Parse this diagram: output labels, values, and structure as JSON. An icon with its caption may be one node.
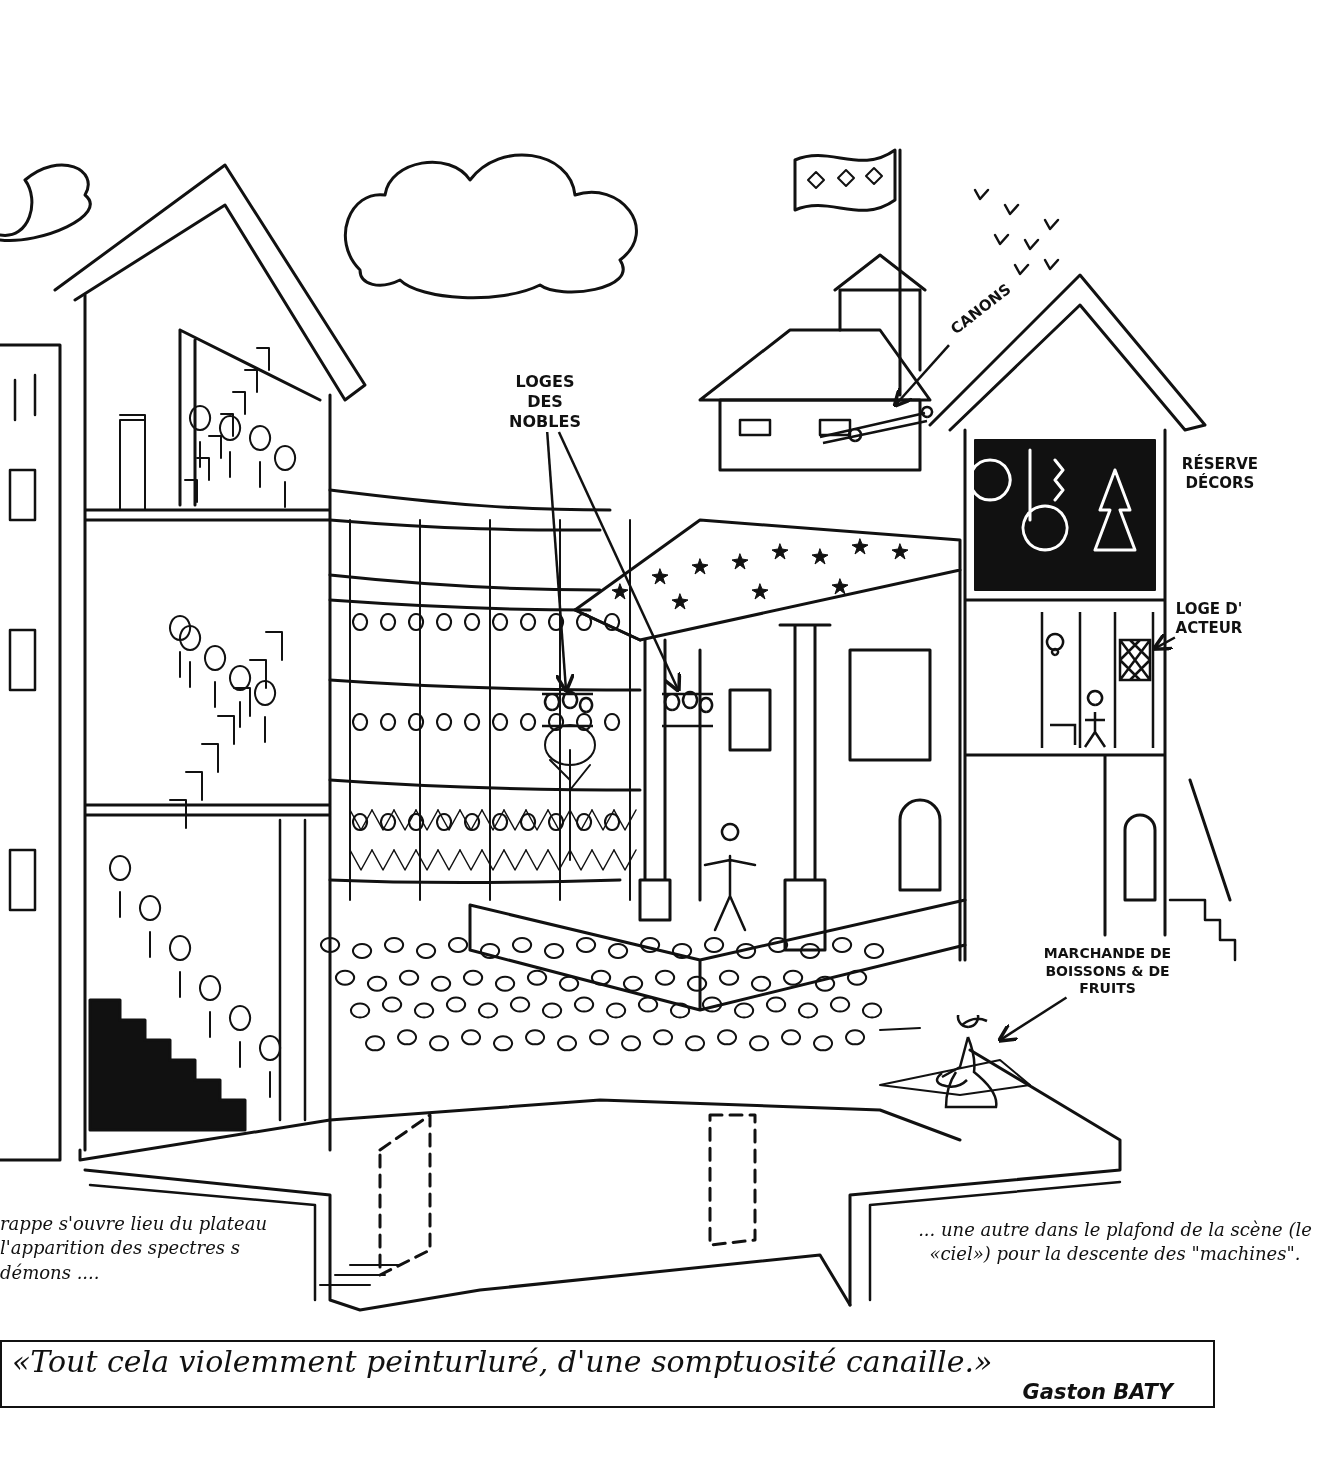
{
  "diagram": {
    "nodes": [
      {
        "text": [
          "LOGES DES NOBLES"
        ]
      },
      {
        "text": [],
        "shape": "picture"
      },
      {
        "text": [],
        "shape": "picture"
      },
      {
        "text": [
          "CANONS"
        ]
      },
      {
        "text": [],
        "shape": "picture"
      },
      {
        "text": [
          "LOGE D' ACTEUR"
        ]
      },
      {
        "text": [],
        "shape": "picture"
      },
      {
        "text": [
          "MARCHANDE DE BOISSONS & DE FRUITS"
        ]
      },
      {
        "text": [],
        "shape": "picture"
      },
      {
        "text": [
          "«Tout cela violemment peinturluré, d'une somptuosité canaille.»",
          "Gaston BATY"
        ]
      }
    ],
    "edges": [
      {
        "from": 0,
        "to": 1,
        "arrow": "to"
      },
      {
        "from": 0,
        "to": 2,
        "arrow": "to"
      },
      {
        "from": 3,
        "to": 4,
        "arrow": "to"
      },
      {
        "from": 5,
        "to": 6,
        "arrow": "to"
      },
      {
        "from": 7,
        "to": 8,
        "arrow": "to"
      }
    ],
    "labels": [
      "RÉSERVE DÉCORS",
      "rappe s'ouvre lieu du plateau l'apparition des spectres s démons ....",
      "... une autre dans le plafond de la scène (le «ciel») pour la descente des \"machines\"."
    ]
  }
}
